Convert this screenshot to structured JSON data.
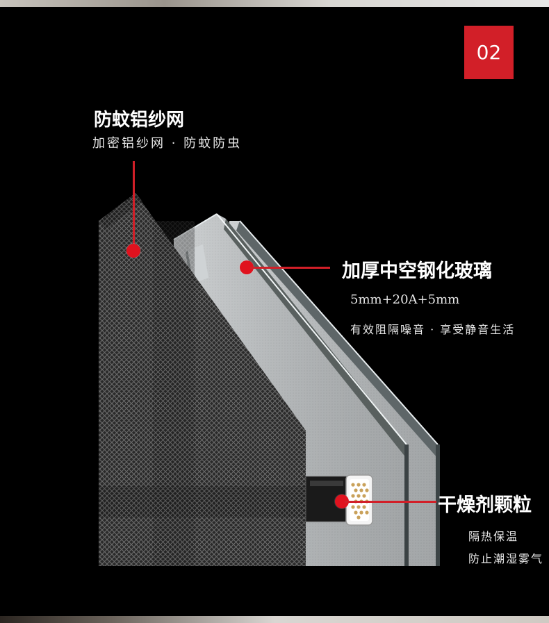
{
  "badge": {
    "number": "02"
  },
  "screen": {
    "title": "防蚊铝纱网",
    "subtitle": "加密铝纱网 · 防蚊防虫"
  },
  "glass": {
    "title": "加厚中空钢化玻璃",
    "spec": "5mm+20A+5mm",
    "subtitle": "有效阻隔噪音 · 享受静音生活"
  },
  "desiccant": {
    "title": "干燥剂颗粒",
    "line1": "隔热保温",
    "line2": "防止潮湿雾气"
  },
  "colors": {
    "accent": "#d21f28",
    "background": "#000000"
  }
}
